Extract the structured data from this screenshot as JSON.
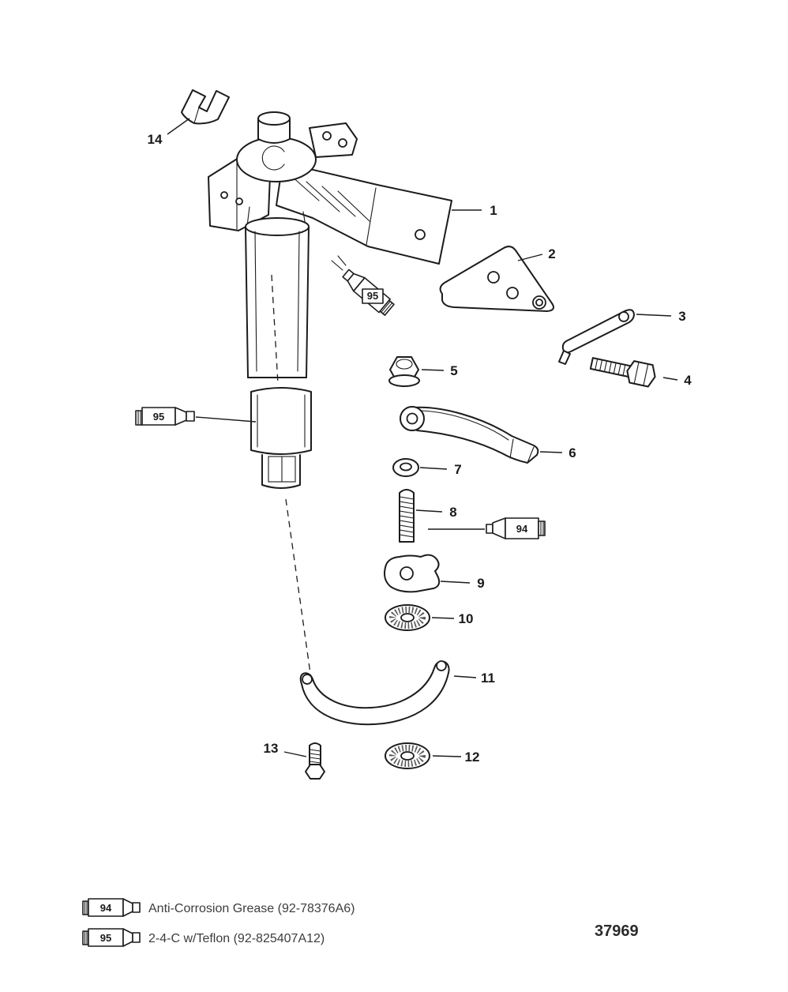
{
  "figure_number": "37969",
  "callouts": {
    "c1": "1",
    "c2": "2",
    "c3": "3",
    "c4": "4",
    "c5": "5",
    "c6": "6",
    "c7": "7",
    "c8": "8",
    "c9": "9",
    "c10": "10",
    "c11": "11",
    "c12": "12",
    "c13": "13",
    "c14": "14"
  },
  "tube_markers": {
    "tube95": "95",
    "tube94": "94"
  },
  "legend": {
    "items": [
      {
        "code": "94",
        "text": "Anti-Corrosion Grease (92-78376A6)"
      },
      {
        "code": "95",
        "text": "2-4-C w/Teflon (92-825407A12)"
      }
    ]
  }
}
